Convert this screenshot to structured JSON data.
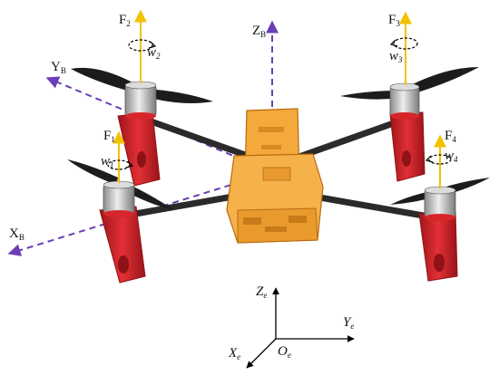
{
  "labels": {
    "zb": {
      "main": "Z",
      "sub": "B"
    },
    "yb": {
      "main": "Y",
      "sub": "B"
    },
    "xb": {
      "main": "X",
      "sub": "B"
    },
    "f1": {
      "main": "F",
      "sub": "1"
    },
    "f2": {
      "main": "F",
      "sub": "2"
    },
    "f3": {
      "main": "F",
      "sub": "3"
    },
    "f4": {
      "main": "F",
      "sub": "4"
    },
    "w1": {
      "main": "w",
      "sub": "1"
    },
    "w2": {
      "main": "w",
      "sub": "2"
    },
    "w3": {
      "main": "w",
      "sub": "3"
    },
    "w4": {
      "main": "w",
      "sub": "4"
    },
    "ze": {
      "main": "Z",
      "sub": "e"
    },
    "ye": {
      "main": "Y",
      "sub": "e"
    },
    "xe": {
      "main": "X",
      "sub": "e"
    },
    "oe": {
      "main": "O",
      "sub": "e"
    }
  },
  "colors": {
    "body_axes": "#6a3fb5",
    "thrust": "#f2c200",
    "frame": "#f4a93c",
    "frame_edge": "#b86a10",
    "arm_mount": "#d7262b",
    "arm_mount_dark": "#8e1216",
    "propeller": "#1c1c1c",
    "motor": "#c8c8c8",
    "earth_axes": "#000000"
  }
}
